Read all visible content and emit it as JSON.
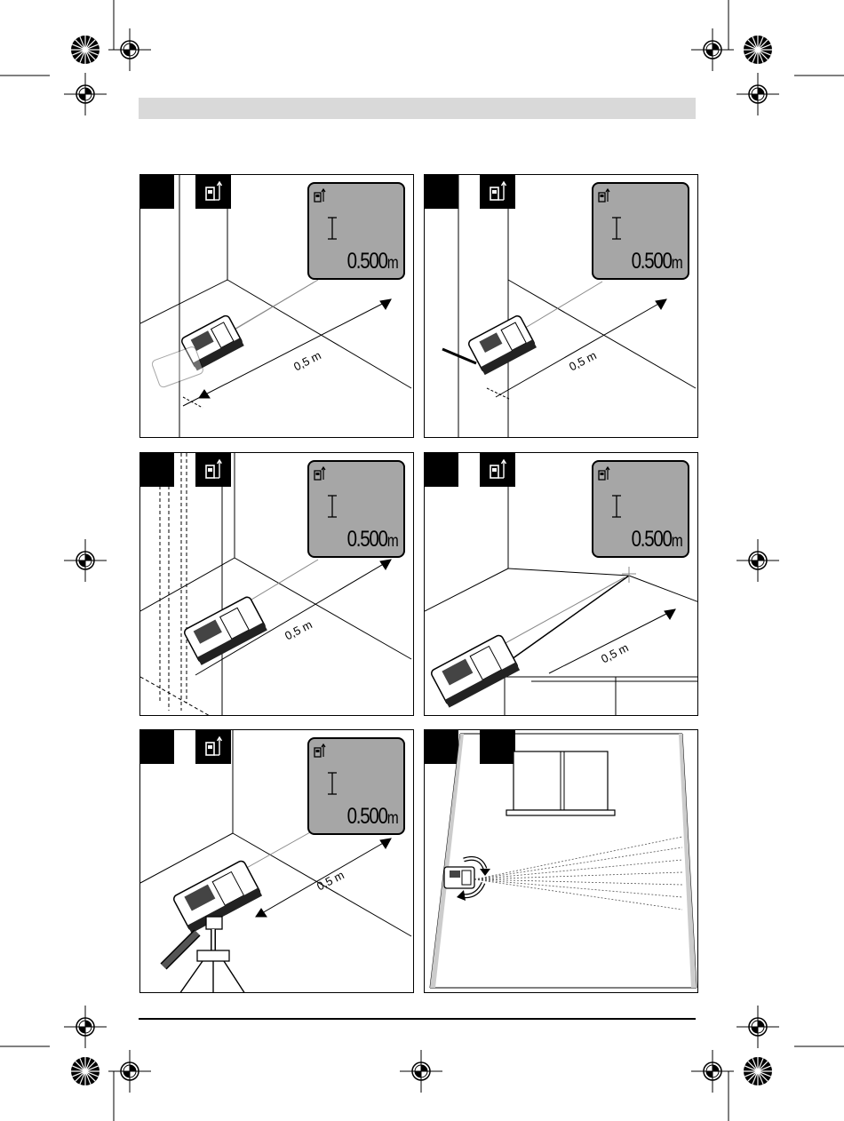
{
  "figures": [
    {
      "id": "panel-1",
      "display_value": "0.500",
      "display_unit": "m",
      "distance_label": "0,5 m"
    },
    {
      "id": "panel-2",
      "display_value": "0.500",
      "display_unit": "m",
      "distance_label": "0,5 m"
    },
    {
      "id": "panel-3",
      "display_value": "0.500",
      "display_unit": "m",
      "distance_label": "0,5 m"
    },
    {
      "id": "panel-4",
      "display_value": "0.500",
      "display_unit": "m",
      "distance_label": "0,5 m"
    },
    {
      "id": "panel-5",
      "display_value": "0.500",
      "display_unit": "m",
      "distance_label": "0,5 m"
    },
    {
      "id": "panel-6"
    }
  ],
  "icons": {
    "registration_mark": "crosshair-circle-icon",
    "color_target": "radial-target-icon",
    "mode": "reference-rear-edge-icon"
  }
}
